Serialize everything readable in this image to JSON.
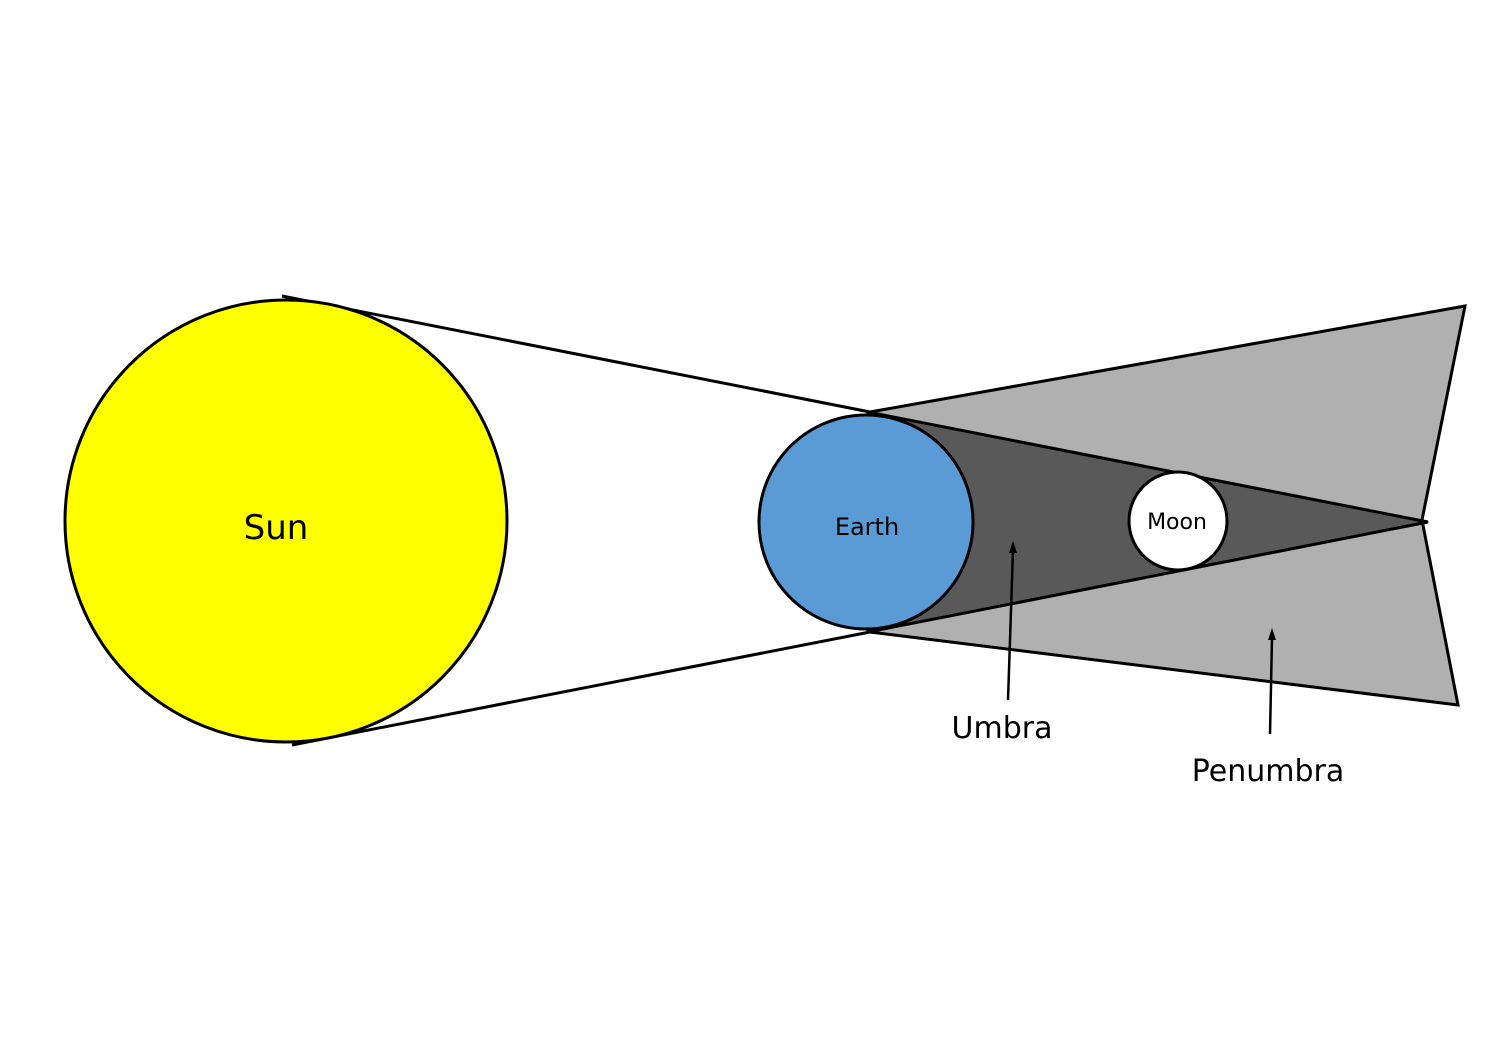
{
  "labels": {
    "sun": "Sun",
    "earth": "Earth",
    "moon": "Moon",
    "umbra": "Umbra",
    "penumbra": "Penumbra"
  },
  "colors": {
    "sun": "#ffff00",
    "earth": "#5b9bd5",
    "moon": "#ffffff",
    "umbra": "#595959",
    "penumbra": "#b0b0b0",
    "outline": "#000000",
    "background": "#ffffff"
  }
}
